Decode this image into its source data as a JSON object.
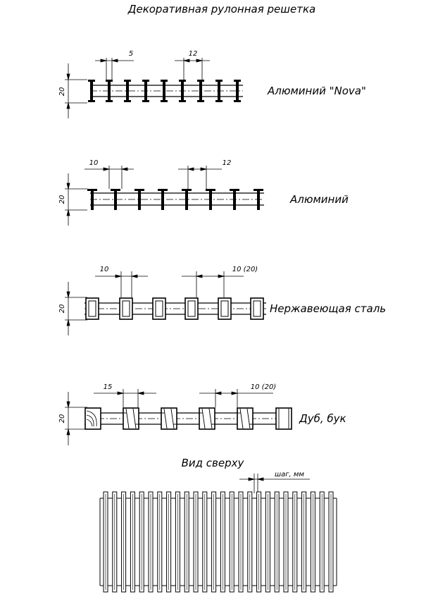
{
  "title": "Декоративная рулонная решетка",
  "sections": [
    {
      "material": "Алюминий \"Nova\"",
      "height_label": "20",
      "dim_left": "5",
      "dim_right": "12"
    },
    {
      "material": "Алюминий",
      "height_label": "20",
      "dim_left": "10",
      "dim_right": "12"
    },
    {
      "material": "Нержавеющая сталь",
      "height_label": "20",
      "dim_left": "10",
      "dim_right": "10 (20)"
    },
    {
      "material": "Дуб, бук",
      "height_label": "20",
      "dim_left": "15",
      "dim_right": "10 (20)"
    }
  ],
  "top_view": {
    "title": "Вид сверху",
    "step_label": "шаг, мм"
  }
}
